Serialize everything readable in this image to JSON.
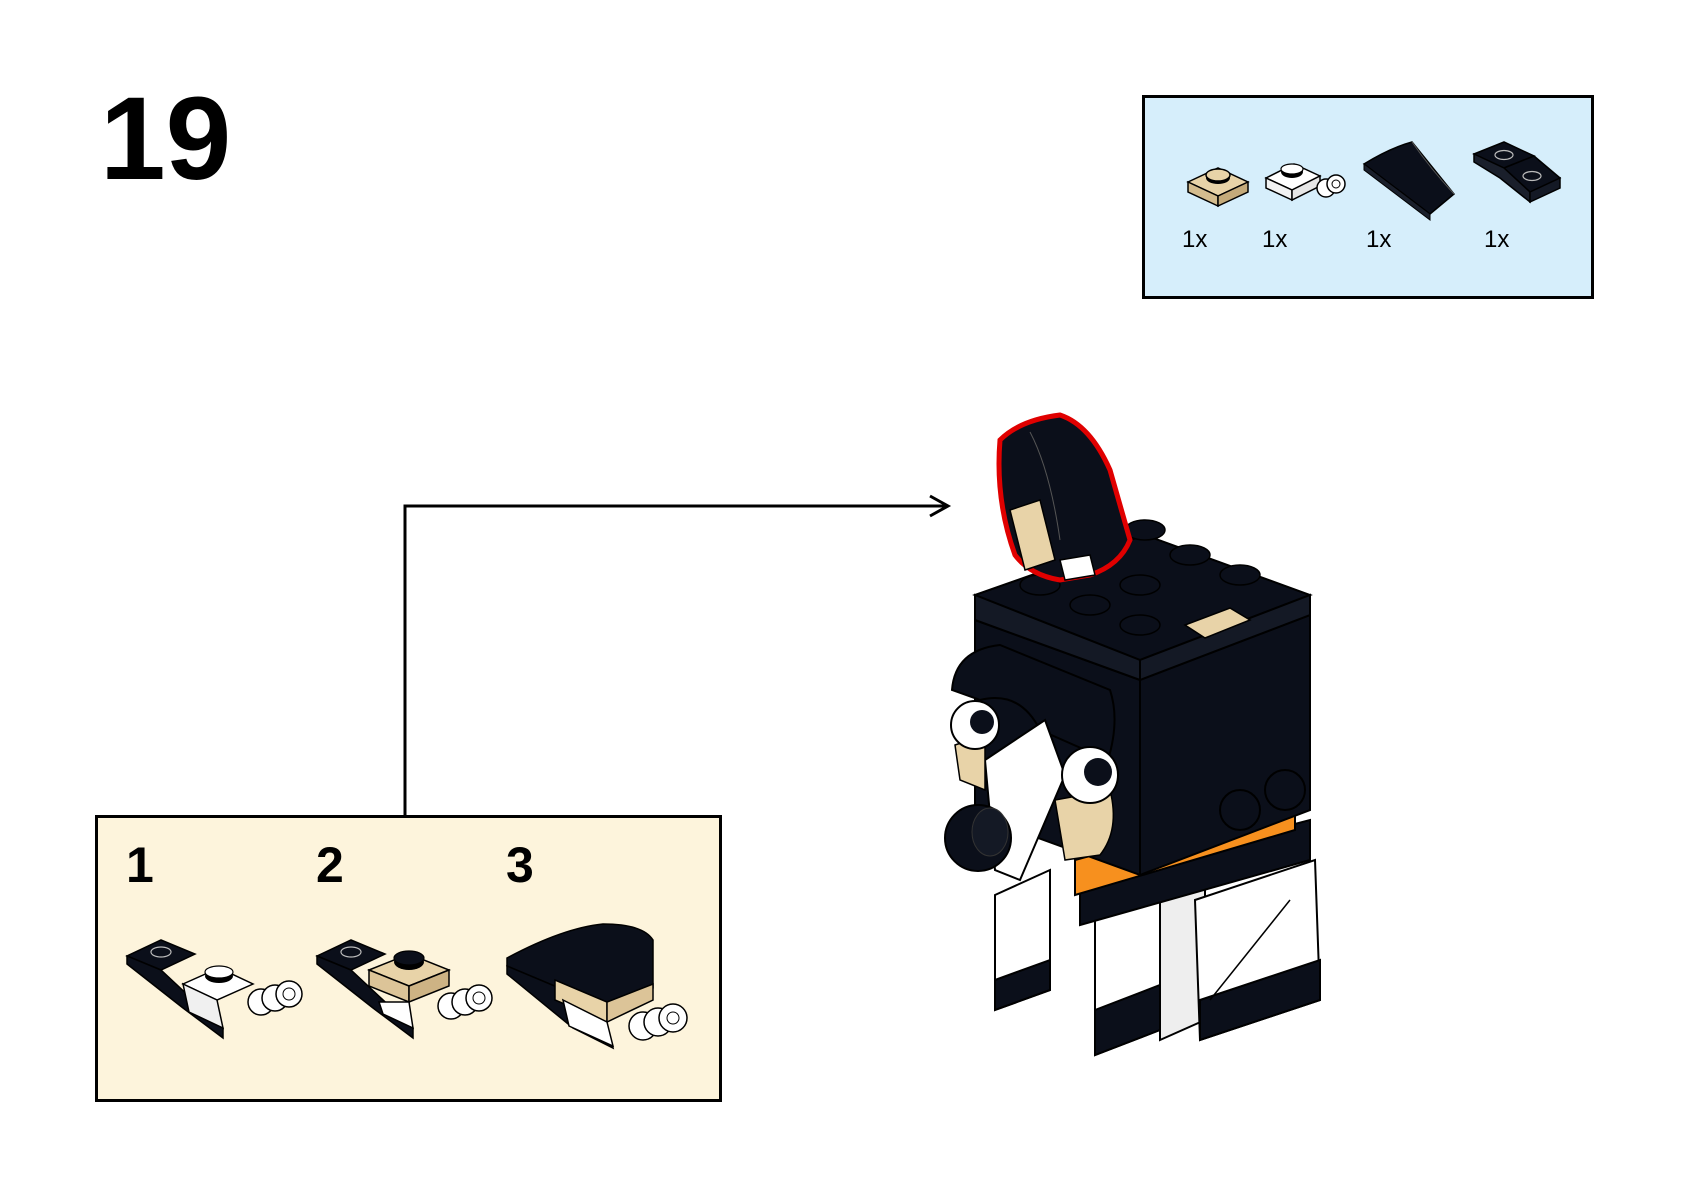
{
  "step": {
    "number": "19"
  },
  "parts_list": {
    "items": [
      {
        "icon": "tan-plate-1x1-icon",
        "quantity": "1x",
        "color": "#e8d3a8"
      },
      {
        "icon": "white-clip-plate-icon",
        "quantity": "1x",
        "color": "#ffffff"
      },
      {
        "icon": "black-curved-slope-icon",
        "quantity": "1x",
        "color": "#0b0f1a"
      },
      {
        "icon": "black-inverted-slope-icon",
        "quantity": "1x",
        "color": "#0b0f1a"
      }
    ]
  },
  "subassembly": {
    "steps": [
      {
        "label": "1"
      },
      {
        "label": "2"
      },
      {
        "label": "3"
      }
    ]
  },
  "colors": {
    "parts_bg": "#d6eefb",
    "subassembly_bg": "#fdf4dc",
    "highlight": "#e00000",
    "black_brick": "#0b0f1a",
    "tan_brick": "#e8d3a8",
    "orange_brick": "#f7901e"
  }
}
